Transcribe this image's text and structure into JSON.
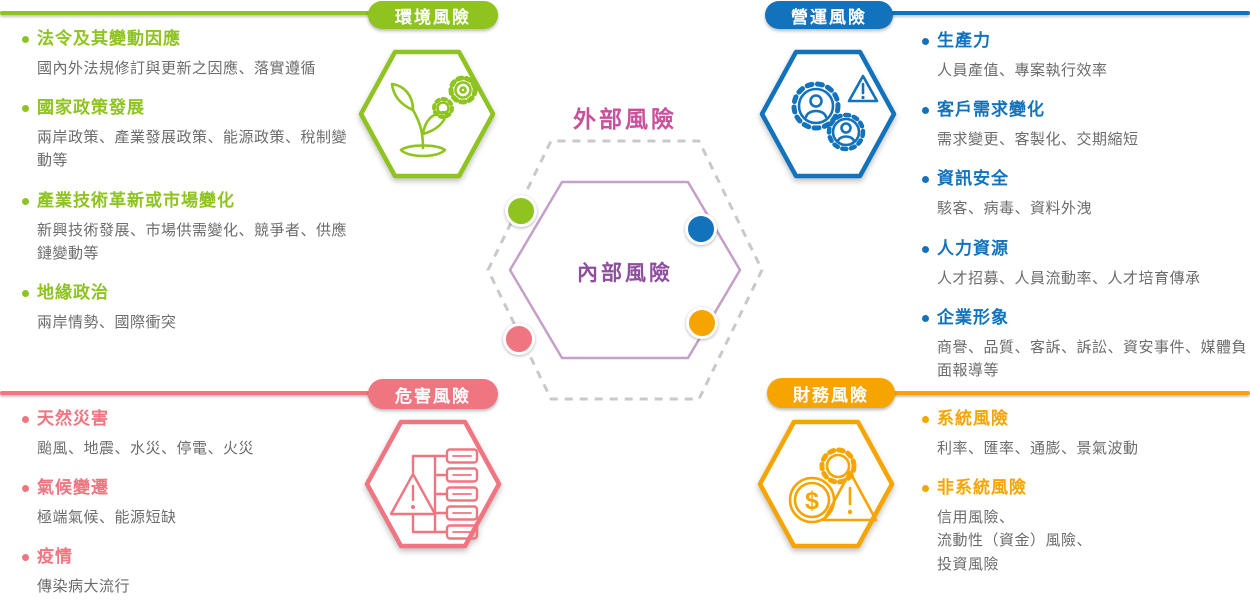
{
  "diagram": {
    "center": {
      "outer_label": "外部風險",
      "inner_label": "內部風險"
    },
    "sections": [
      {
        "id": "environmental",
        "badge": "環境風險",
        "color": "#8EC320",
        "icon": "plant-gears-icon",
        "items": [
          {
            "title": "法令及其變動因應",
            "desc": "國內外法規修訂與更新之因應、落實遵循"
          },
          {
            "title": "國家政策發展",
            "desc": "兩岸政策、產業發展政策、能源政策、稅制變動等"
          },
          {
            "title": "產業技術革新或市場變化",
            "desc": "新興技術發展、市場供需變化、競爭者、供應鏈變動等"
          },
          {
            "title": "地緣政治",
            "desc": "兩岸情勢、國際衝突"
          }
        ]
      },
      {
        "id": "operational",
        "badge": "營運風險",
        "color": "#1273BC",
        "icon": "gears-people-warning-icon",
        "items": [
          {
            "title": "生產力",
            "desc": "人員產值、專案執行效率"
          },
          {
            "title": "客戶需求變化",
            "desc": "需求變更、客製化、交期縮短"
          },
          {
            "title": "資訊安全",
            "desc": "駭客、病毒、資料外洩"
          },
          {
            "title": "人力資源",
            "desc": "人才招募、人員流動率、人才培育傳承"
          },
          {
            "title": "企業形象",
            "desc": "商譽、品質、客訴、訴訟、資安事件、媒體負面報導等"
          }
        ]
      },
      {
        "id": "hazard",
        "badge": "危害風險",
        "color": "#EF7580",
        "icon": "warning-flowchart-icon",
        "items": [
          {
            "title": "天然災害",
            "desc": "颱風、地震、水災、停電、火災"
          },
          {
            "title": "氣候變遷",
            "desc": "極端氣候、能源短缺"
          },
          {
            "title": "疫情",
            "desc": "傳染病大流行"
          }
        ]
      },
      {
        "id": "financial",
        "badge": "財務風險",
        "color": "#F6A500",
        "icon": "coin-gear-warning-icon",
        "items": [
          {
            "title": "系統風險",
            "desc": "利率、匯率、通膨、景氣波動"
          },
          {
            "title": "非系統風險",
            "desc": "信用風險、\n流動性（資金）風險、\n投資風險"
          }
        ]
      }
    ],
    "colors": {
      "environmental_green": "#8EC320",
      "operational_blue": "#1273BC",
      "hazard_pink": "#EF7580",
      "financial_orange": "#F6A500",
      "outer_risk_magenta": "#C9519C",
      "inner_risk_purple": "#8F4E9E",
      "inner_hex_border": "#C49FC8",
      "outer_hex_dash_gray": "#C9C9C9",
      "body_text_gray": "#6C6C6C"
    }
  }
}
